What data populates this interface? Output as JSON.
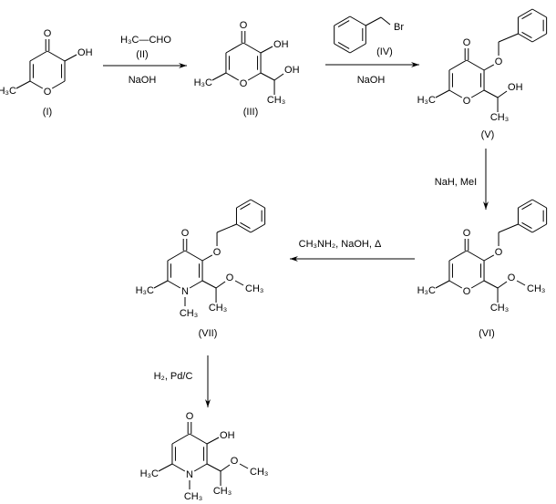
{
  "compounds": {
    "I": {
      "label": "(I)",
      "carbonyl": "O",
      "ring": "O",
      "c3": "OH",
      "methyl": "H₃C"
    },
    "III": {
      "label": "(III)",
      "carbonyl": "O",
      "ring": "O",
      "c3": "OH",
      "methyl": "H₃C",
      "side_o": "OH",
      "side_ch3": "CH₃"
    },
    "V": {
      "label": "(V)",
      "carbonyl": "O",
      "ring": "O",
      "c3": "O",
      "methyl": "H₃C",
      "side_o": "OH",
      "side_ch3": "CH₃"
    },
    "VI": {
      "label": "(VI)",
      "carbonyl": "O",
      "ring": "O",
      "c3": "O",
      "methyl": "H₃C",
      "side_o": "O",
      "side_ome": "CH₃",
      "side_ch3": "CH₃"
    },
    "VII": {
      "label": "(VII)",
      "carbonyl": "O",
      "ring": "N",
      "c3": "O",
      "methyl": "H₃C",
      "n_methyl": "CH₃",
      "side_o": "O",
      "side_ome": "CH₃",
      "side_ch3": "CH₃"
    },
    "product": {
      "carbonyl": "O",
      "ring": "N",
      "c3": "OH",
      "methyl": "H₃C",
      "n_methyl": "CH₃",
      "side_o": "O",
      "side_ome": "CH₃",
      "side_ch3": "CH₃"
    }
  },
  "reagents": {
    "step1": {
      "reagent": "H₃C—CHO",
      "reagent_label": "(II)",
      "conditions": "NaOH"
    },
    "step2": {
      "reagent_atom": "Br",
      "reagent_label": "(IV)",
      "conditions": "NaOH"
    },
    "step3": {
      "conditions": "NaH, MeI"
    },
    "step4": {
      "conditions": "CH₃NH₂, NaOH, Δ"
    },
    "step5": {
      "conditions": "H₂, Pd/C"
    }
  }
}
